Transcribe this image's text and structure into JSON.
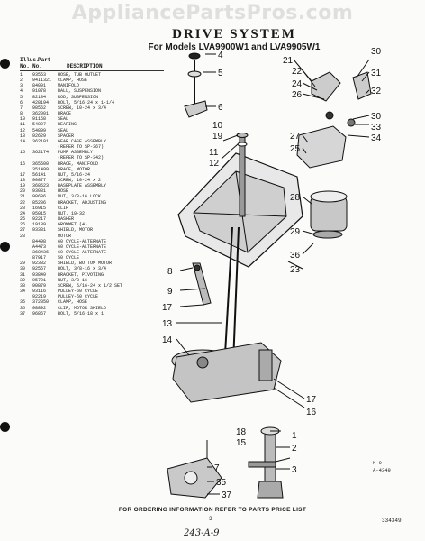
{
  "watermark": "AppliancePartsPros.com",
  "title": "DRIVE SYSTEM",
  "subtitle": "For Models LVA9900W1 and LVA9905W1",
  "parts_header": {
    "illus": "Illus.",
    "part": "Part",
    "no1": "No.",
    "no2": "No.",
    "description": "DESCRIPTION"
  },
  "parts": [
    {
      "illus": "1",
      "part": "93553",
      "desc": "HOSE, TUB OUTLET"
    },
    {
      "illus": "2",
      "part": "94I1321",
      "desc": "CLAMP, HOSE"
    },
    {
      "illus": "3",
      "part": "84091",
      "desc": "MANIFOLD"
    },
    {
      "illus": "4",
      "part": "91078",
      "desc": "BALL, SUSPENSION"
    },
    {
      "illus": "5",
      "part": "82184",
      "desc": "ROD, SUSPENSION"
    },
    {
      "illus": "6",
      "part": "428194",
      "desc": "BOLT, 5/16-24 x 1-1/4"
    },
    {
      "illus": "7",
      "part": "98562",
      "desc": "SCREW, 10-24 x 3/4"
    },
    {
      "illus": "8",
      "part": "362001",
      "desc": "BRACE"
    },
    {
      "illus": "10",
      "part": "91158",
      "desc": "SEAL"
    },
    {
      "illus": "11",
      "part": "54807",
      "desc": "BEARING"
    },
    {
      "illus": "12",
      "part": "54899",
      "desc": "SEAL"
    },
    {
      "illus": "13",
      "part": "92629",
      "desc": "SPACER"
    },
    {
      "illus": "14",
      "part": "362101",
      "desc": "GEAR CASE ASSEMBLY"
    },
    {
      "illus": "",
      "part": "",
      "desc": "(REFER TO SP-367)"
    },
    {
      "illus": "15",
      "part": "362174",
      "desc": "PUMP ASSEMBLY"
    },
    {
      "illus": "",
      "part": "",
      "desc": "(REFER TO SP-342)"
    },
    {
      "illus": "16",
      "part": "365500",
      "desc": "BRACE, MANIFOLD"
    },
    {
      "illus": "",
      "part": "351499",
      "desc": "BRACE, MOTOR"
    },
    {
      "illus": "17",
      "part": "56141",
      "desc": "NUT, 5/16-24"
    },
    {
      "illus": "18",
      "part": "90877",
      "desc": "SCREW, 10-24 x 2"
    },
    {
      "illus": "19",
      "part": "368523",
      "desc": "BASEPLATE ASSEMBLY"
    },
    {
      "illus": "20",
      "part": "93031",
      "desc": "HOSE"
    },
    {
      "illus": "21",
      "part": "98686",
      "desc": "NUT, 3/8-16 LOCK"
    },
    {
      "illus": "22",
      "part": "85286",
      "desc": "BRACKET, ADJUSTING"
    },
    {
      "illus": "23",
      "part": "16915",
      "desc": "CLIP"
    },
    {
      "illus": "24",
      "part": "95015",
      "desc": "NUT, 10-32"
    },
    {
      "illus": "25",
      "part": "92217",
      "desc": "WASHER"
    },
    {
      "illus": "26",
      "part": "19139",
      "desc": "GROMMET (4)"
    },
    {
      "illus": "27",
      "part": "93381",
      "desc": "SHIELD, MOTOR"
    },
    {
      "illus": "28",
      "part": "",
      "desc": "MOTOR"
    },
    {
      "illus": "",
      "part": "84498",
      "desc": "60 CYCLE-ALTERNATE"
    },
    {
      "illus": "",
      "part": "A4473",
      "desc": "60 CYCLE-ALTERNATE"
    },
    {
      "illus": "",
      "part": "368436",
      "desc": "60 CYCLE-ALTERNATE"
    },
    {
      "illus": "",
      "part": "87917",
      "desc": "50 CYCLE"
    },
    {
      "illus": "29",
      "part": "92382",
      "desc": "SHIELD, BOTTOM MOTOR"
    },
    {
      "illus": "30",
      "part": "92557",
      "desc": "BOLT, 3/8-16 x 3/4"
    },
    {
      "illus": "31",
      "part": "93849",
      "desc": "BRACKET, PIVOTING"
    },
    {
      "illus": "32",
      "part": "95721",
      "desc": "NUT, 3/8-16"
    },
    {
      "illus": "33",
      "part": "90879",
      "desc": "SCREW, 5/16-24 x 1/2 SET"
    },
    {
      "illus": "34",
      "part": "93116",
      "desc": "PULLEY-60 CYCLE"
    },
    {
      "illus": "",
      "part": "92219",
      "desc": "PULLEY-50 CYCLE"
    },
    {
      "illus": "35",
      "part": "372850",
      "desc": "CLAMP, HOSE"
    },
    {
      "illus": "36",
      "part": "98892",
      "desc": "CLIP, MOTOR SHIELD"
    },
    {
      "illus": "37",
      "part": "96867",
      "desc": "BOLT, 5/16-18 x 1"
    }
  ],
  "callouts": {
    "c30a": "30",
    "c21": "21",
    "c22": "22",
    "c31": "31",
    "c24": "24",
    "c26": "26",
    "c32": "32",
    "c30b": "30",
    "c33": "33",
    "c34": "34",
    "c27": "27",
    "c25": "25",
    "c28": "28",
    "c29": "29",
    "c36": "36",
    "c23": "23",
    "c4": "4",
    "c5": "5",
    "c10": "10",
    "c19": "19",
    "c11": "11",
    "c12": "12",
    "c8": "8",
    "c9": "9",
    "c17a": "17",
    "c13": "13",
    "c14": "14",
    "c17b": "17",
    "c16": "16",
    "c18": "18",
    "c15": "15",
    "c2": "2",
    "c35": "35",
    "c3": "3",
    "c37": "37",
    "c1": "1",
    "c6": "6",
    "c7": "7"
  },
  "fig_ref": "A-4349",
  "fig_ref_small": "M-9",
  "footer": "FOR ORDERING INFORMATION REFER TO PARTS PRICE LIST",
  "page_number": "3",
  "doc_number": "334349",
  "handwritten_note": "243-A-9"
}
